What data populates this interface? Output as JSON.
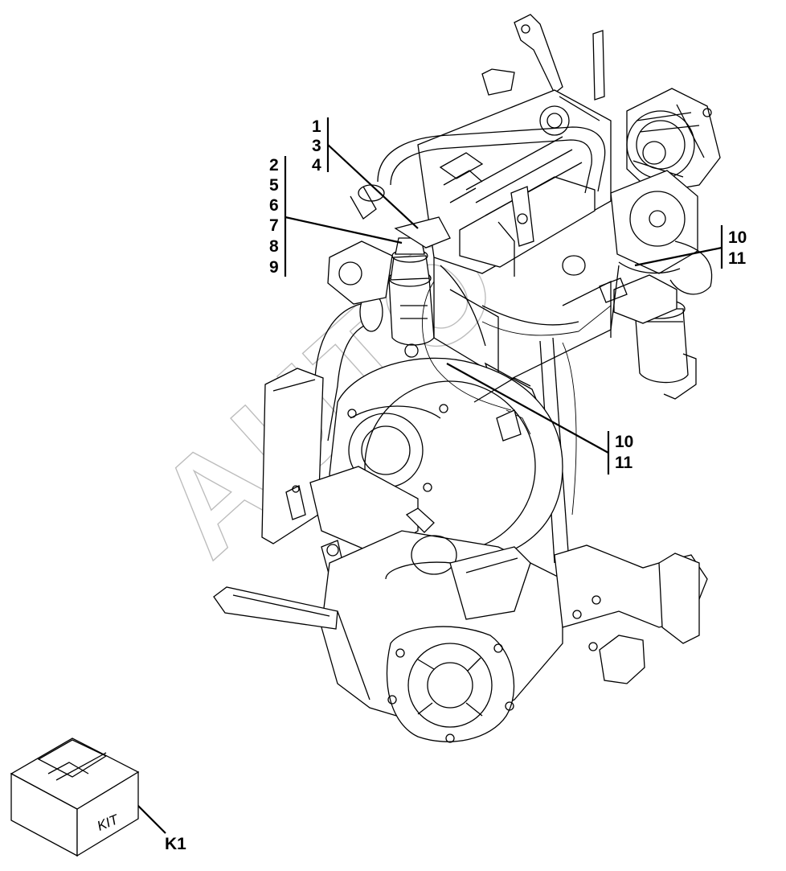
{
  "callouts": {
    "group_a": [
      "1",
      "3",
      "4"
    ],
    "group_b": [
      "2",
      "5",
      "6",
      "7",
      "8",
      "9"
    ],
    "group_c": [
      "10",
      "11"
    ],
    "group_d": [
      "10",
      "11"
    ],
    "kit_ref": "K1"
  },
  "kit_box": {
    "label": "KIT"
  },
  "watermark": {
    "text": "AUTO"
  }
}
